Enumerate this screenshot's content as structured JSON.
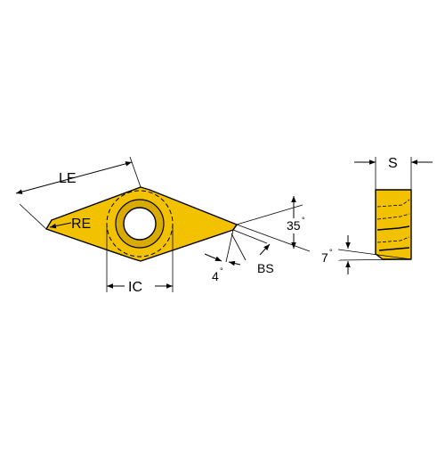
{
  "diagram": {
    "colors": {
      "insert_fill": "#f2c200",
      "insert_shade": "#c79c00",
      "line": "#000000",
      "background": "#ffffff"
    },
    "labels": {
      "le": "LE",
      "re": "RE",
      "ic": "IC",
      "bs": "BS",
      "s": "S",
      "angle_35": "35",
      "angle_4": "4",
      "angle_7": "7",
      "degree_symbol": "°"
    }
  }
}
